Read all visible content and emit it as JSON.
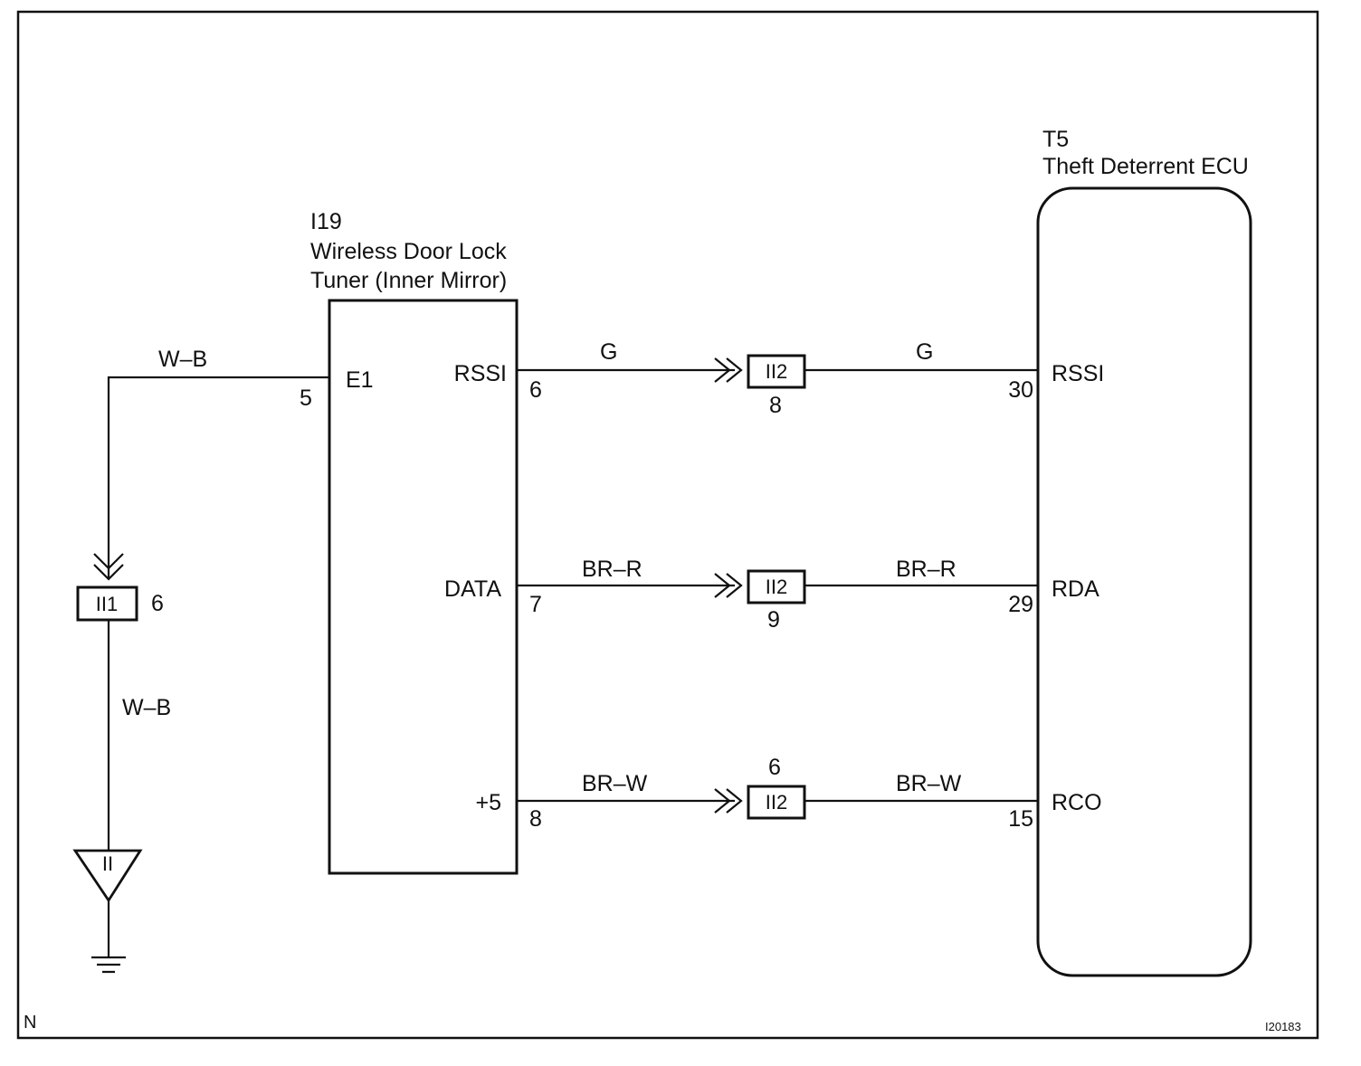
{
  "frame": {
    "corner_letter": "N",
    "figure_id": "I20183"
  },
  "tuner": {
    "code": "I19",
    "name_line1": "Wireless Door Lock",
    "name_line2": "Tuner (Inner Mirror)",
    "pins": [
      {
        "terminal": "E1",
        "number": "5"
      },
      {
        "terminal": "RSSI",
        "number": "6"
      },
      {
        "terminal": "DATA",
        "number": "7"
      },
      {
        "terminal": "+5",
        "number": "8"
      }
    ]
  },
  "ecu": {
    "code": "T5",
    "name": "Theft Deterrent ECU",
    "pins": [
      {
        "terminal": "RSSI",
        "number": "30"
      },
      {
        "terminal": "RDA",
        "number": "29"
      },
      {
        "terminal": "RCO",
        "number": "15"
      }
    ]
  },
  "ground_branch": {
    "wire_top": "W–B",
    "connector_label": "II1",
    "connector_pin": "6",
    "wire_bottom": "W–B",
    "ground_point_label": "II"
  },
  "signal_lines": [
    {
      "wire_left": "G",
      "connector_label": "II2",
      "connector_pin": "8",
      "wire_right": "G"
    },
    {
      "wire_left": "BR–R",
      "connector_label": "II2",
      "connector_pin": "9",
      "wire_right": "BR–R"
    },
    {
      "wire_left": "BR–W",
      "connector_label": "II2",
      "connector_pin": "6",
      "wire_right": "BR–W"
    }
  ]
}
